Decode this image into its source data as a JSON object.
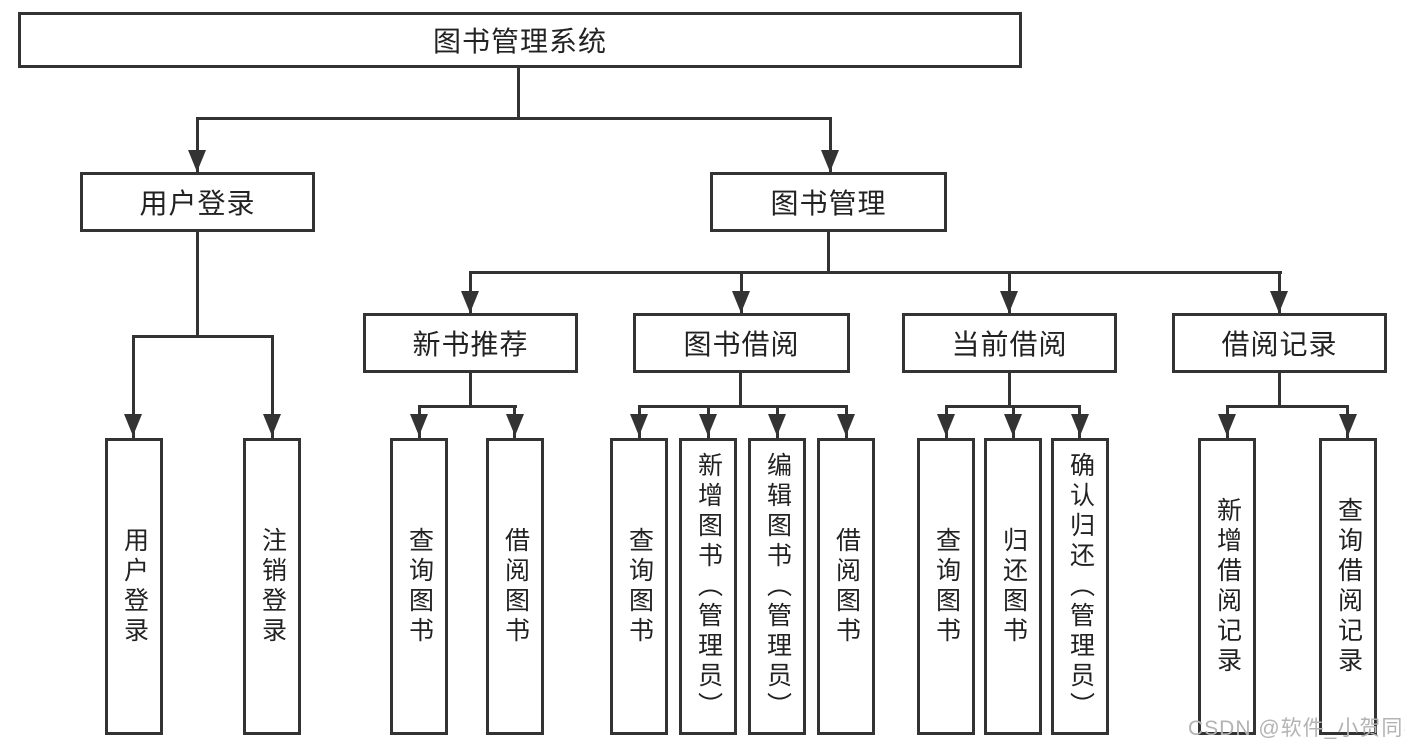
{
  "nodes": {
    "root": "图书管理系统",
    "user_login": "用户登录",
    "book_mgmt": "图书管理",
    "new_books": "新书推荐",
    "book_borrow": "图书借阅",
    "current_borrow": "当前借阅",
    "borrow_records": "借阅记录"
  },
  "leaves": {
    "login": [
      "用户登录",
      "注销登录"
    ],
    "new_books": [
      "查询图书",
      "借阅图书"
    ],
    "borrow": [
      "查询图书",
      "新增图书（管理员）",
      "编辑图书（管理员）",
      "借阅图书"
    ],
    "current": [
      "查询图书",
      "归还图书",
      "确认归还（管理员）"
    ],
    "records": [
      "新增借阅记录",
      "查询借阅记录"
    ]
  },
  "watermark": "CSDN @软件_小贺同学",
  "colors": {
    "line": "#333333",
    "text": "#222222",
    "watermark": "#b3b3b3",
    "background": "#ffffff"
  }
}
